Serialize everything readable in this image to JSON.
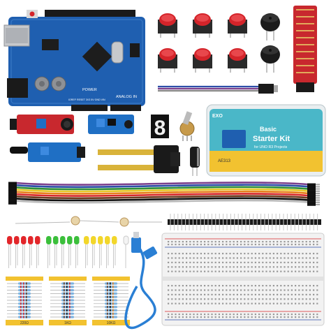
{
  "arduino_board": {
    "power_label": "POWER",
    "analog_label": "ANALOG IN",
    "pin_labels": "IOREF RESET 3V3 5V GND VIN"
  },
  "seven_segment": {
    "digit": "8"
  },
  "kit_box": {
    "brand": "EXO",
    "title_line1": "Basic",
    "title_line2": "Starter Kit",
    "subtitle": "for UNO R3 Projects",
    "model": "AE313"
  },
  "resistor_card_labels": [
    "220Ω",
    "1KΩ",
    "10KΩ"
  ],
  "colors": {
    "board_blue": "#1f5fb0",
    "button_red": "#d4242a",
    "module_red": "#c8282e",
    "module_blue": "#1f6fc4",
    "kit_box_teal": "#4ab7c8",
    "kit_box_yellow": "#f2c230",
    "usb_cable_blue": "#2a7fd4",
    "breadboard_white": "#f2f2f2",
    "header_black": "#1a1a1a"
  },
  "wire_colors": [
    "#7b3f8c",
    "#2c4ea8",
    "#2f8f3a",
    "#e6c828",
    "#e67e1a",
    "#d6282a",
    "#6b3a1e",
    "#111111",
    "#bbbbbb",
    "#ffffff"
  ]
}
